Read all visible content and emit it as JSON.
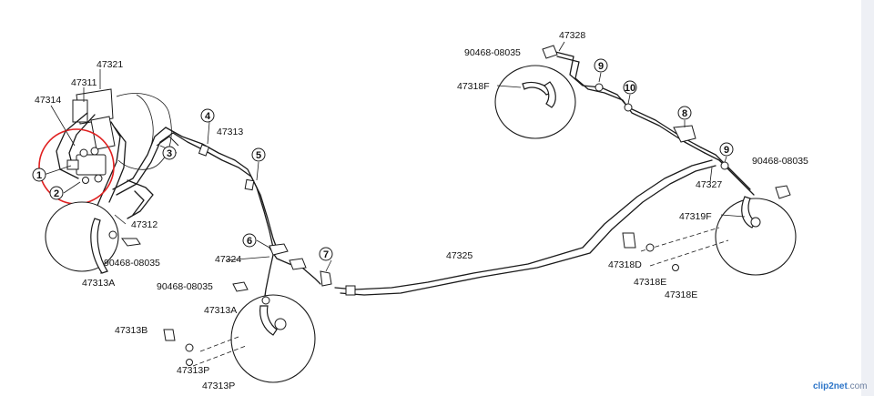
{
  "labels": {
    "p47321": "47321",
    "p47311": "47311",
    "p47314": "47314",
    "p47312": "47312",
    "p90468_a": "90468-08035",
    "p47313A_a": "47313A",
    "p47313": "47313",
    "p47324": "47324",
    "p90468_b": "90468-08035",
    "p47313A_b": "47313A",
    "p47313B": "47313B",
    "p47313P_a": "47313P",
    "p47313P_b": "47313P",
    "p47325": "47325",
    "p90468_c": "90468-08035",
    "p47328": "47328",
    "p47318F": "47318F",
    "p47327": "47327",
    "p90468_d": "90468-08035",
    "p47319F": "47319F",
    "p47318D": "47318D",
    "p47318E_a": "47318E",
    "p47318E_b": "47318E"
  },
  "callouts": [
    "1",
    "2",
    "3",
    "4",
    "5",
    "6",
    "7",
    "8",
    "9",
    "9",
    "10"
  ],
  "colors": {
    "highlight": "#e02020",
    "ink": "#1a1a1a",
    "background": "#ffffff"
  },
  "watermark": {
    "brand": "clip2net",
    "domain": ".com"
  }
}
